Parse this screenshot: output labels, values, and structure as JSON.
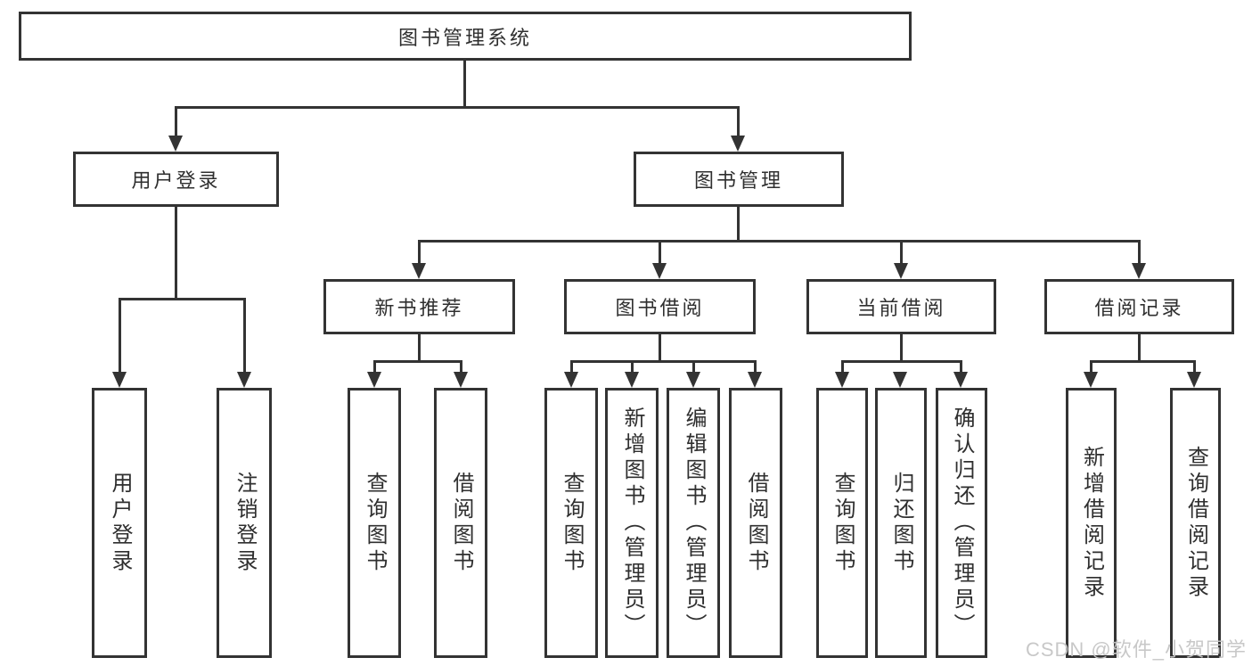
{
  "diagram": {
    "title_node": "图书管理系统",
    "root": {
      "label": "图书管理系统"
    },
    "level2": [
      {
        "label": "用户登录"
      },
      {
        "label": "图书管理"
      }
    ],
    "level3": [
      {
        "label": "新书推荐"
      },
      {
        "label": "图书借阅"
      },
      {
        "label": "当前借阅"
      },
      {
        "label": "借阅记录"
      }
    ],
    "leaves": {
      "user_login": [
        "用户登录",
        "注销登录"
      ],
      "new_book": [
        "查询图书",
        "借阅图书"
      ],
      "book_borrow": [
        "查询图书",
        "新增图书（管理员）",
        "编辑图书（管理员）",
        "借阅图书"
      ],
      "current_borrow": [
        "查询图书",
        "归还图书",
        "确认归还（管理员）"
      ],
      "borrow_records": [
        "新增借阅记录",
        "查询借阅记录"
      ]
    },
    "line_color": "#333333",
    "box_border_color": "#333333",
    "background_color": "#ffffff"
  },
  "watermark": {
    "text": "CSDN @软件_小贺同学",
    "color": "#c5c5c5"
  }
}
